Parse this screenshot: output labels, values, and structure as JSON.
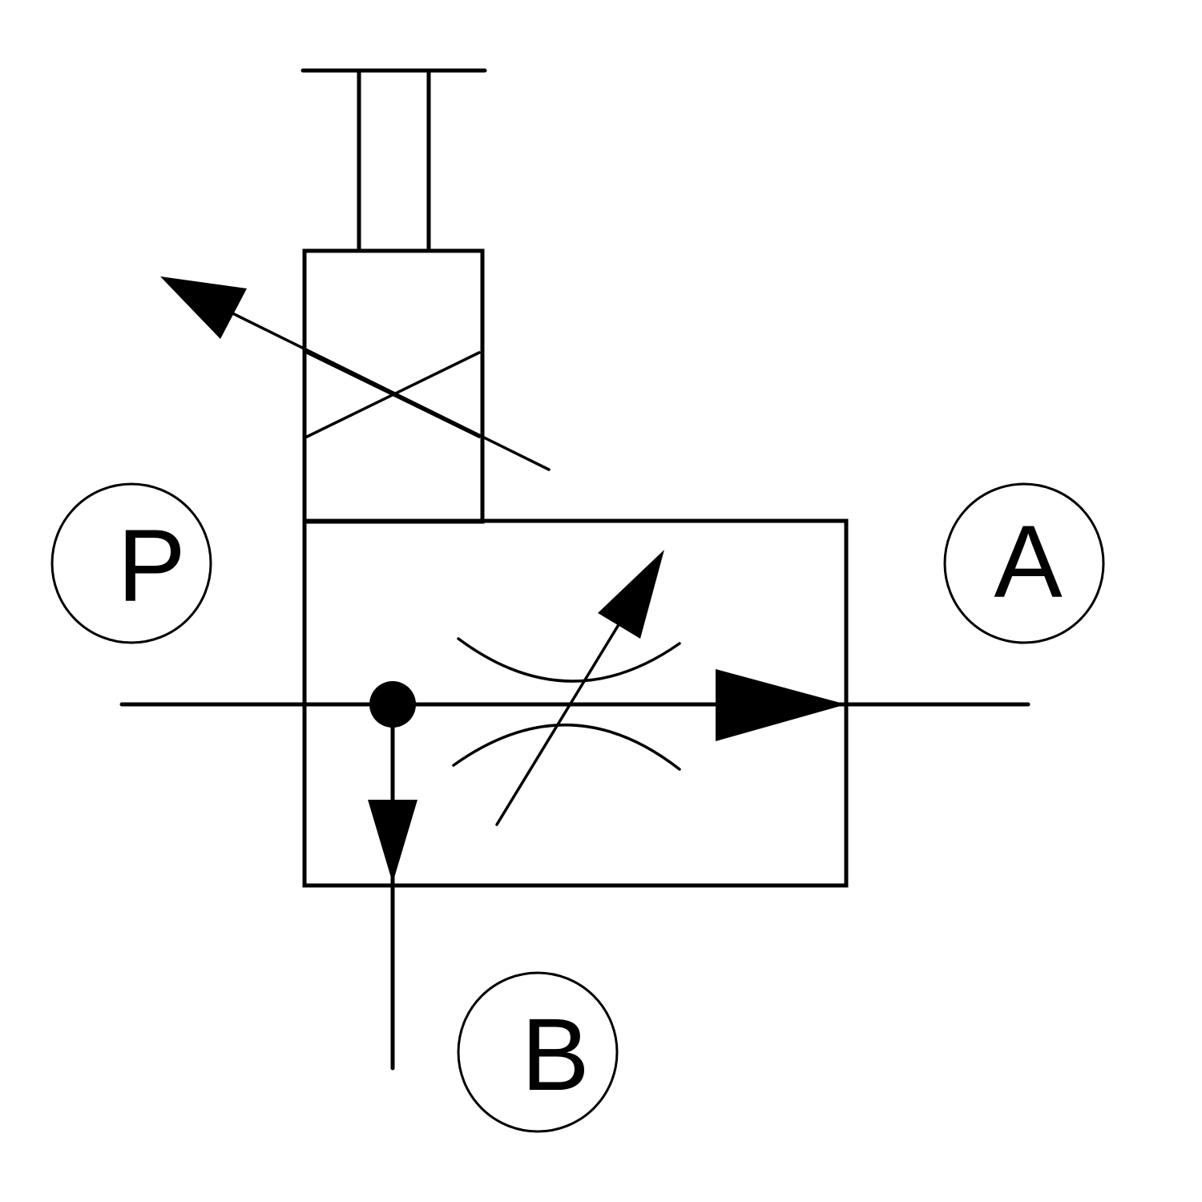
{
  "ports": {
    "p": "P",
    "a": "A",
    "b": "B"
  },
  "colors": {
    "line": "#000000",
    "background": "#ffffff"
  }
}
